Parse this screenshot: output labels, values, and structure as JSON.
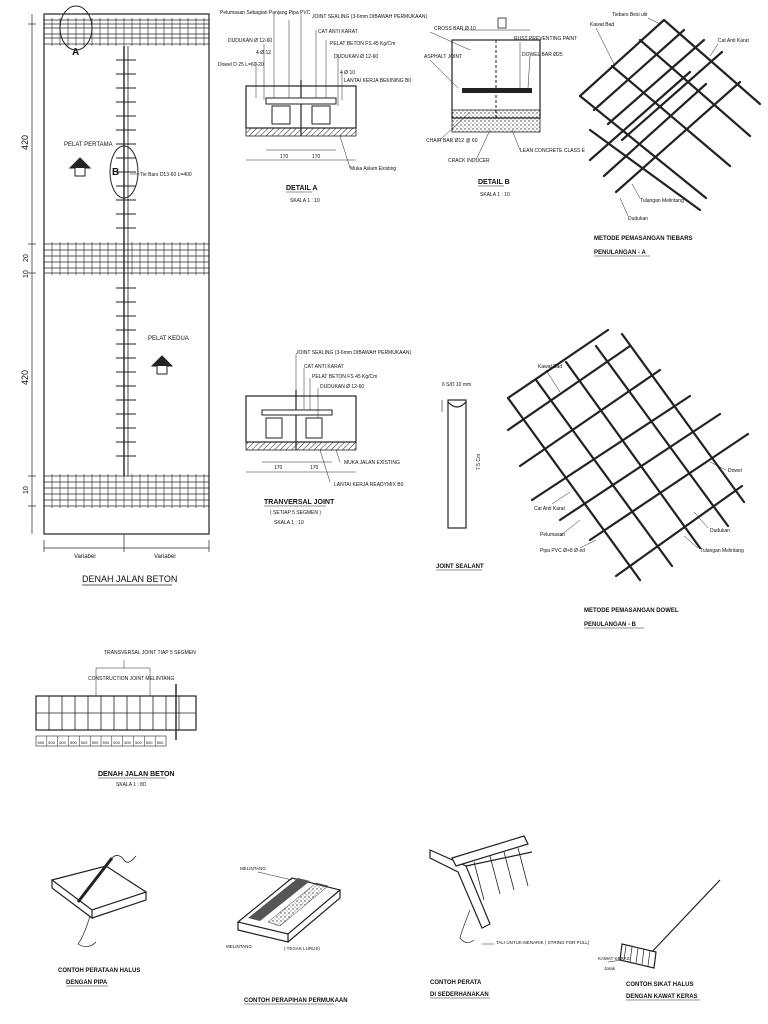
{
  "plan": {
    "label_a": "A",
    "label_b": "B",
    "dim_420_top": "420",
    "dim_gap_mid": "20",
    "dim_gap_mid2": "10",
    "dim_420_bottom": "420",
    "dim_bottom": "10",
    "pelat_pertama": "PELAT PERTAMA",
    "pelat_kedua": "PELAT KEDUA",
    "tie_bars": "Tie Bars D13-60 L=400",
    "variabel_left": "Variabel",
    "variabel_right": "Variabel",
    "title": "DENAH JALAN BETON"
  },
  "detail_a": {
    "label_pelumasan": "Pelumasan Sebagian Panjang Pipa PVC",
    "label_dudukan_top": "DUDUKAN Ø 12-60",
    "label_joint": "JOINT SEALING (3-6mm DIBAWAH PERMUKAAN)",
    "label_cat": "CAT ANTI KARAT",
    "label_pelat": "PELAT BETON FS 45 Kg/Cm",
    "label_dudukan": "DUDUKAN Ø 12-60",
    "label_dowel": "Dowel D 25 L=60-20",
    "label_4d12": "4 Ø 12",
    "label_4d10": "4 Ø 10",
    "label_lantai": "LANTAI KERJA BEKINING B0",
    "label_muka": "Muka Aslam Existing",
    "title": "DETAIL A",
    "scale": "SKALA 1 : 10",
    "dim_left": "170",
    "dim_right": "170"
  },
  "detail_b": {
    "label_cross": "CROSS BAR Ø 10",
    "label_rust": "RUST PREVENTING PAINT",
    "label_asphalt": "ASPHALT JOINT",
    "label_dowel": "DOWEL BAR Ø25",
    "label_chair": "CHAIR BAR Ø12 @ 60",
    "label_lean": "LEAN CONCRETE CLASS E",
    "label_crack": "CRACK INDUCER",
    "title": "DETAIL B",
    "scale": "SKALA 1 : 10"
  },
  "tiebar_method": {
    "label_tiebar": "Tiebars Besi ulir",
    "label_kawat": "Kawat Bad",
    "label_cat": "Cat Anti Karat",
    "label_tulangan": "Tulangan Melintang",
    "label_dudukan": "Dudukan",
    "title_1": "METODE PEMASANGAN TIEBARS",
    "title_2": "PENULANGAN - A"
  },
  "transversal": {
    "label_joint": "JOINT SEALING (3-6mm DIBAWAH PERMUKAAN)",
    "label_cat": "CAT ANTI KARAT",
    "label_pelat": "PELAT BETON FS 45 Kg/Cm",
    "label_dudukan": "DUDUKAN Ø 12-60",
    "label_muka": "MUKA JALAN EXISTING",
    "label_lantai": "LANTAI KERJA READYMIX B0",
    "title": "TRANVERSAL JOINT",
    "subtitle": "( SETIAP 5 SEGMEN )",
    "scale": "SKALA 1 : 10",
    "dim_left": "170",
    "dim_right": "170"
  },
  "sealant": {
    "label_top": "6 S/D 10 mm",
    "label_side": "7.5 Cm",
    "title": "JOINT SEALANT"
  },
  "dowel_method": {
    "label_kawat": "Kawat Bad",
    "label_dowel": "Dowel",
    "label_cat": "Cat Anti Karat",
    "label_pelumasan": "Pelumasan",
    "label_pipa": "Pipa PVC Ø+8 Ø ed",
    "label_dudukan": "Dudukan",
    "label_tulangan": "Tulangan Melintang",
    "title_1": "METODE PEMASANGAN DOWEL",
    "title_2": "PENULANGAN - B"
  },
  "small_plan": {
    "label_transversal": "TRANSVERSAL JOINT TIAP 5 SEGMEN",
    "label_construction": "CONSTRUCTION JOINT MELINTANG",
    "cells": [
      "500",
      "500",
      "500",
      "500",
      "500",
      "500",
      "500",
      "500",
      "500",
      "500",
      "500",
      "500"
    ],
    "title": "DENAH JALAN BETON",
    "scale": "SKALA 1 : 80"
  },
  "examples": {
    "pipa_title_1": "CONTOH PERATAAN HALUS",
    "pipa_title_2": "DENGAN PIPA",
    "surface_label_top": "MELINTANG",
    "surface_label_left": "MELINTANG",
    "surface_label_right": "( TEGAK LURUS)",
    "surface_title": "CONTOH PERAPIHAN PERMUKAAN",
    "perata_label": "TALI UNTUK MENARIK ( STRING FOR PULL)",
    "perata_title_1": "CONTOH PERATA",
    "perata_title_2": "DI SEDERHANAKAN",
    "sikat_label_1": "KAWAT KERAS",
    "sikat_label_2": "Jarak",
    "sikat_title_1": "CONTOH SIKAT HALUS",
    "sikat_title_2": "DENGAN KAWAT KERAS"
  }
}
